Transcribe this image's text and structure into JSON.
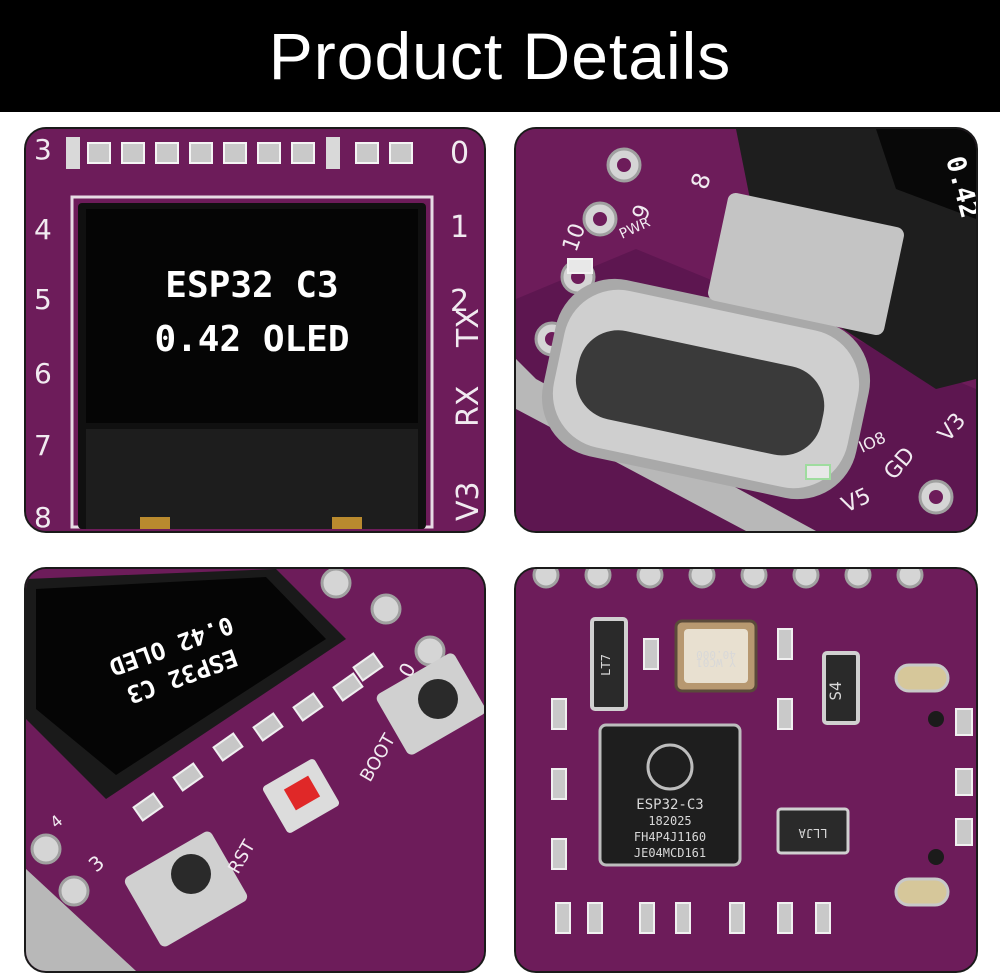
{
  "banner": {
    "title": "Product Details"
  },
  "panel1": {
    "oled_line1": "ESP32 C3",
    "oled_line2": "0.42 OLED",
    "pins_left": [
      "3",
      "4",
      "5",
      "6",
      "7",
      "8"
    ],
    "pins_right": [
      "0",
      "1",
      "2",
      "TX",
      "RX",
      "V3"
    ]
  },
  "panel2": {
    "pin_labels": [
      "8",
      "9",
      "10",
      "PWR",
      "V5",
      "GD",
      "V3",
      "IO8"
    ]
  },
  "panel3": {
    "oled_line1": "ESP32 C3",
    "oled_line2": "0.42 OLED",
    "labels": [
      "0",
      "3",
      "4",
      "RST",
      "BOOT"
    ]
  },
  "panel4": {
    "chip_line1": "ESP32-C3",
    "chip_line2": "182025",
    "chip_line3": "FH4P4J1160",
    "chip_line4": "JE04MCD161",
    "crystal_line1": "40.000",
    "crystal_line2": "Y WC01",
    "s4_label": "S4",
    "ldo_label": "LLJA",
    "diode_label": "LT7"
  },
  "colors": {
    "pcb": "#6d1c5a",
    "pcb_dark": "#4e1140",
    "oled": "#050505",
    "silk": "#f1eaf0"
  }
}
